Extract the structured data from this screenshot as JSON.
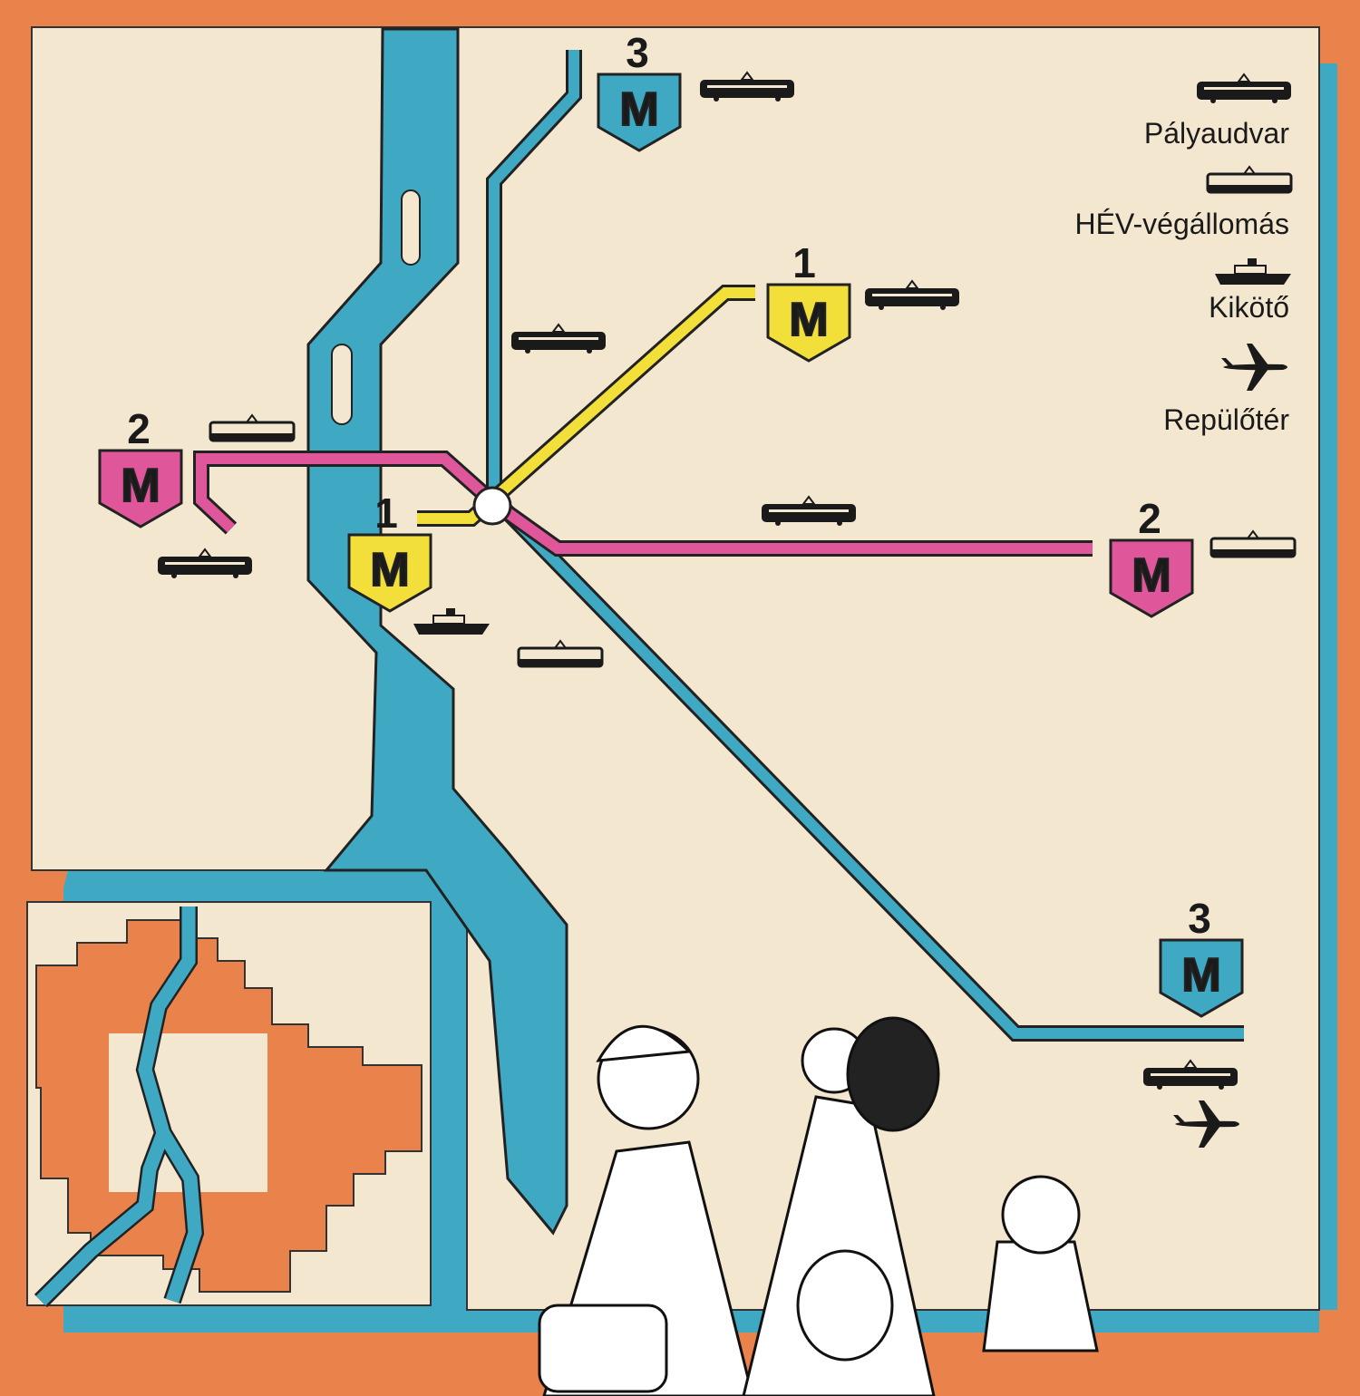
{
  "title": "Budapest metro map",
  "colors": {
    "background": "#E9834B",
    "paper": "#F4E7D0",
    "river": "#3FA9C4",
    "line1": "#F2DF3A",
    "line2": "#E0569B",
    "line3": "#3FA9C4"
  },
  "metro_letter": "M",
  "lines": [
    {
      "number": "1",
      "color": "#F2DF3A"
    },
    {
      "number": "2",
      "color": "#E0569B"
    },
    {
      "number": "3",
      "color": "#3FA9C4"
    }
  ],
  "legend": [
    {
      "icon": "railway-station-icon",
      "label": "Pályaudvar"
    },
    {
      "icon": "hev-terminus-icon",
      "label": "HÉV-végállomás"
    },
    {
      "icon": "ship-icon",
      "label": "Kikötő"
    },
    {
      "icon": "airplane-icon",
      "label": "Repülőtér"
    }
  ]
}
